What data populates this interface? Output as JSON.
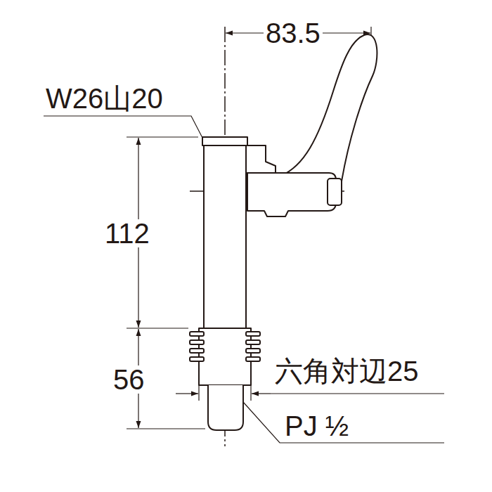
{
  "diagram": {
    "labels": [
      "83.5",
      "W26山20",
      "112",
      "56",
      "六角対辺25",
      "PJ ½"
    ]
  }
}
